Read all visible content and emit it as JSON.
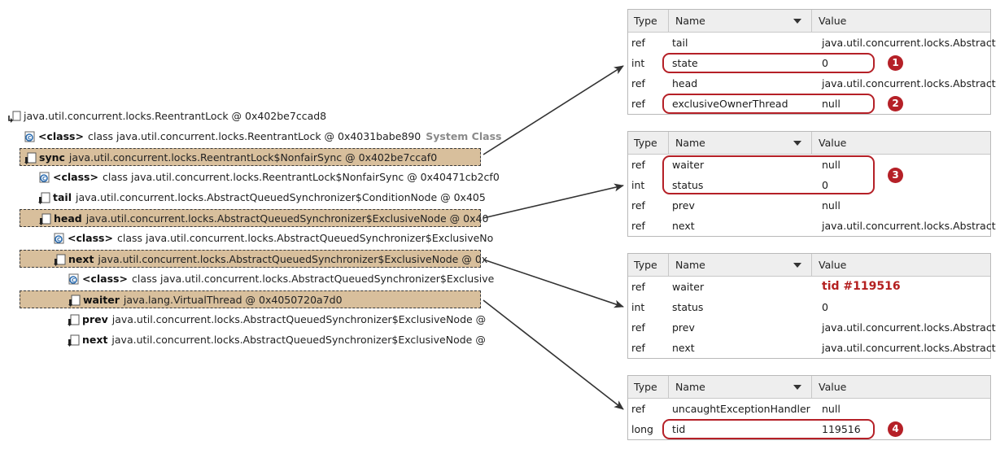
{
  "tree": [
    {
      "indent": 0,
      "name": "",
      "value": "java.util.concurrent.locks.ReentrantLock @ 0x402be7ccad8",
      "tag": "",
      "highlight": false,
      "icon": "object-root-icon"
    },
    {
      "indent": 1,
      "name": "<class>",
      "value": "class java.util.concurrent.locks.ReentrantLock @ 0x4031babe890",
      "tag": "System Class",
      "highlight": false,
      "icon": "class-icon"
    },
    {
      "indent": 1,
      "name": "sync",
      "value": "java.util.concurrent.locks.ReentrantLock$NonfairSync @ 0x402be7ccaf0",
      "tag": "",
      "highlight": true,
      "icon": "field-ref-icon"
    },
    {
      "indent": 2,
      "name": "<class>",
      "value": "class java.util.concurrent.locks.ReentrantLock$NonfairSync @ 0x40471cb2cf0",
      "tag": "",
      "highlight": false,
      "icon": "class-icon"
    },
    {
      "indent": 2,
      "name": "tail",
      "value": "java.util.concurrent.locks.AbstractQueuedSynchronizer$ConditionNode @ 0x405",
      "tag": "",
      "highlight": false,
      "icon": "field-ref-icon"
    },
    {
      "indent": 2,
      "name": "head",
      "value": "java.util.concurrent.locks.AbstractQueuedSynchronizer$ExclusiveNode @ 0x40",
      "tag": "",
      "highlight": true,
      "icon": "field-ref-icon"
    },
    {
      "indent": 3,
      "name": "<class>",
      "value": "class java.util.concurrent.locks.AbstractQueuedSynchronizer$ExclusiveNo",
      "tag": "",
      "highlight": false,
      "icon": "class-icon"
    },
    {
      "indent": 3,
      "name": "next",
      "value": "java.util.concurrent.locks.AbstractQueuedSynchronizer$ExclusiveNode @ 0x",
      "tag": "",
      "highlight": true,
      "icon": "field-ref-icon"
    },
    {
      "indent": 4,
      "name": "<class>",
      "value": "class java.util.concurrent.locks.AbstractQueuedSynchronizer$Exclusive",
      "tag": "",
      "highlight": false,
      "icon": "class-icon"
    },
    {
      "indent": 4,
      "name": "waiter",
      "value": "java.lang.VirtualThread @ 0x4050720a7d0",
      "tag": "",
      "highlight": true,
      "icon": "field-ref-icon"
    },
    {
      "indent": 4,
      "name": "prev",
      "value": "java.util.concurrent.locks.AbstractQueuedSynchronizer$ExclusiveNode @",
      "tag": "",
      "highlight": false,
      "icon": "field-ref-icon"
    },
    {
      "indent": 4,
      "name": "next",
      "value": "java.util.concurrent.locks.AbstractQueuedSynchronizer$ExclusiveNode @",
      "tag": "",
      "highlight": false,
      "icon": "field-ref-icon"
    }
  ],
  "tables": [
    {
      "columns": {
        "type": "Type",
        "name": "Name",
        "value": "Value"
      },
      "rows": [
        {
          "type": "ref",
          "name": "tail",
          "value": "java.util.concurrent.locks.Abstract"
        },
        {
          "type": "int",
          "name": "state",
          "value": "0"
        },
        {
          "type": "ref",
          "name": "head",
          "value": "java.util.concurrent.locks.Abstract"
        },
        {
          "type": "ref",
          "name": "exclusiveOwnerThread",
          "value": "null"
        }
      ]
    },
    {
      "columns": {
        "type": "Type",
        "name": "Name",
        "value": "Value"
      },
      "rows": [
        {
          "type": "ref",
          "name": "waiter",
          "value": "null"
        },
        {
          "type": "int",
          "name": "status",
          "value": "0"
        },
        {
          "type": "ref",
          "name": "prev",
          "value": "null"
        },
        {
          "type": "ref",
          "name": "next",
          "value": "java.util.concurrent.locks.Abstract"
        }
      ]
    },
    {
      "columns": {
        "type": "Type",
        "name": "Name",
        "value": "Value"
      },
      "rows": [
        {
          "type": "ref",
          "name": "waiter",
          "value": "tid #119516"
        },
        {
          "type": "int",
          "name": "status",
          "value": "0"
        },
        {
          "type": "ref",
          "name": "prev",
          "value": "java.util.concurrent.locks.Abstract"
        },
        {
          "type": "ref",
          "name": "next",
          "value": "java.util.concurrent.locks.Abstract"
        }
      ]
    },
    {
      "columns": {
        "type": "Type",
        "name": "Name",
        "value": "Value"
      },
      "rows": [
        {
          "type": "ref",
          "name": "uncaughtExceptionHandler",
          "value": "null"
        },
        {
          "type": "long",
          "name": "tid",
          "value": "119516"
        }
      ]
    }
  ],
  "badges": [
    "1",
    "2",
    "3",
    "4"
  ],
  "colors": {
    "highlight": "#d8bf9c",
    "annotation": "#b52027",
    "arrow": "#333333"
  }
}
